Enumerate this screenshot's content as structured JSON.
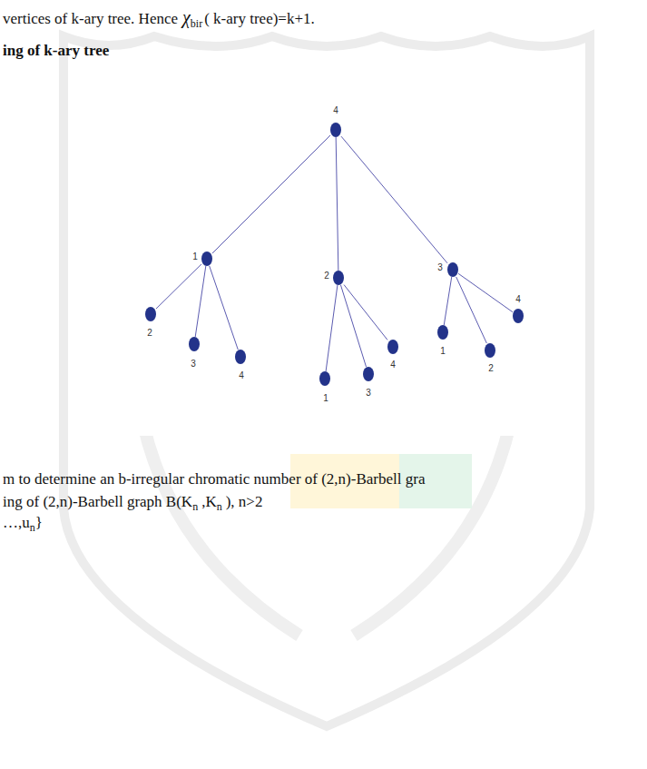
{
  "diagram": {
    "nodes": [
      {
        "text": [
          "4"
        ]
      },
      {
        "text": [
          "1"
        ]
      },
      {
        "text": [
          "2"
        ]
      },
      {
        "text": [
          "3"
        ]
      },
      {
        "text": [
          "2"
        ]
      },
      {
        "text": [
          "3"
        ]
      },
      {
        "text": [
          "4"
        ]
      },
      {
        "text": [
          "1"
        ]
      },
      {
        "text": [
          "3"
        ]
      },
      {
        "text": [
          "4"
        ]
      },
      {
        "text": [
          "1"
        ]
      },
      {
        "text": [
          "2"
        ]
      },
      {
        "text": [
          "4"
        ]
      }
    ],
    "edges": [
      {
        "from": 0,
        "to": 1,
        "arrow": "none"
      },
      {
        "from": 0,
        "to": 2,
        "arrow": "none"
      },
      {
        "from": 0,
        "to": 3,
        "arrow": "none"
      },
      {
        "from": 1,
        "to": 4,
        "arrow": "none"
      },
      {
        "from": 1,
        "to": 5,
        "arrow": "none"
      },
      {
        "from": 1,
        "to": 6,
        "arrow": "none"
      },
      {
        "from": 2,
        "to": 7,
        "arrow": "none"
      },
      {
        "from": 2,
        "to": 8,
        "arrow": "none"
      },
      {
        "from": 2,
        "to": 9,
        "arrow": "none"
      },
      {
        "from": 3,
        "to": 10,
        "arrow": "none"
      },
      {
        "from": 3,
        "to": 11,
        "arrow": "none"
      },
      {
        "from": 3,
        "to": 12,
        "arrow": "none"
      }
    ],
    "labels": [
      "vertices of k-ary tree. Hence",
      "χ",
      "bir",
      "( k-ary tree)=k+1.",
      "ing of k-ary tree",
      "m to determine an b-irregular chromatic number of (2,n)-Barbell gra",
      "ing of (2,n)-Barbell graph B(K",
      "n",
      ",K",
      "n",
      "), n>2",
      "…,u",
      "n",
      "}"
    ]
  }
}
